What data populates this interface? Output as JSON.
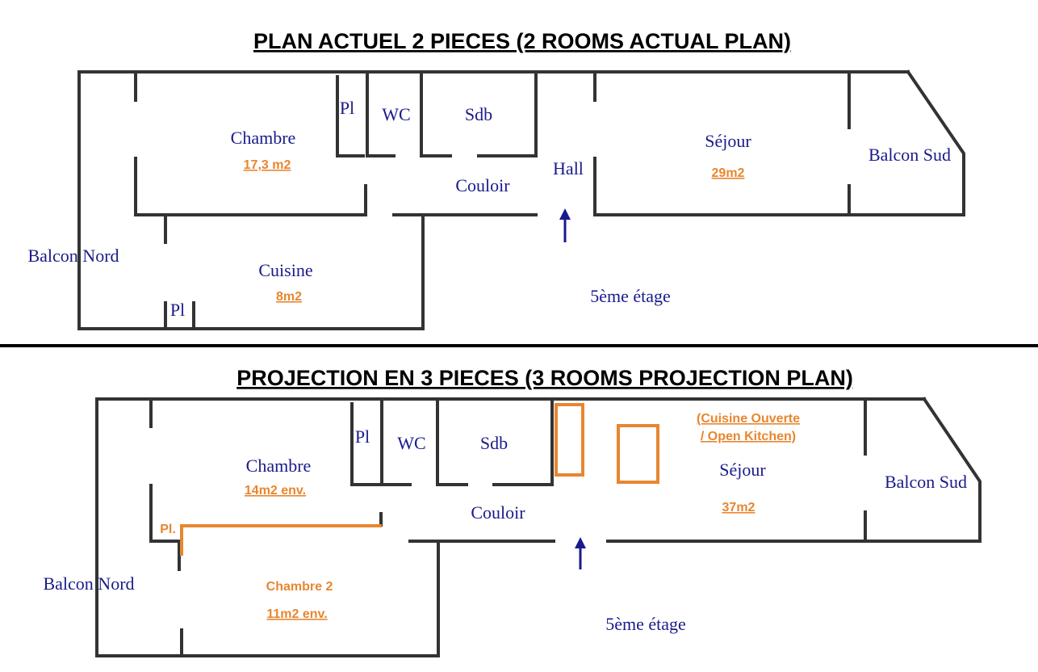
{
  "plan_actual": {
    "title": "PLAN ACTUEL 2 PIECES (2 ROOMS ACTUAL PLAN)",
    "labels": {
      "pl_top": "Pl",
      "wc": "WC",
      "sdb": "Sdb",
      "chambre": "Chambre",
      "chambre_area": "17,3 m2",
      "sejour": "Séjour",
      "sejour_area": "29m2",
      "balcon_sud": "Balcon Sud",
      "hall": "Hall",
      "couloir": "Couloir",
      "balcon_nord": "Balcon Nord",
      "cuisine": "Cuisine",
      "cuisine_area": "8m2",
      "pl_bottom": "Pl",
      "etage": "5ème étage"
    }
  },
  "plan_projection": {
    "title": "PROJECTION EN 3 PIECES (3 ROOMS PROJECTION PLAN)",
    "labels": {
      "pl_top": "Pl",
      "wc": "WC",
      "sdb": "Sdb",
      "cuisine_ouverte_1": "(Cuisine Ouverte",
      "cuisine_ouverte_2": "/ Open Kitchen)",
      "chambre": "Chambre",
      "chambre_area": "14m2 env.",
      "sejour": "Séjour",
      "sejour_area": "37m2",
      "balcon_sud": "Balcon Sud",
      "couloir": "Couloir",
      "pl_orange": "Pl.",
      "balcon_nord": "Balcon Nord",
      "chambre2": "Chambre 2",
      "chambre2_area": "11m2 env.",
      "etage": "5ème étage"
    }
  },
  "colors": {
    "wall": "#333333",
    "room_text": "#1a1a8c",
    "orange": "#e8862f"
  }
}
